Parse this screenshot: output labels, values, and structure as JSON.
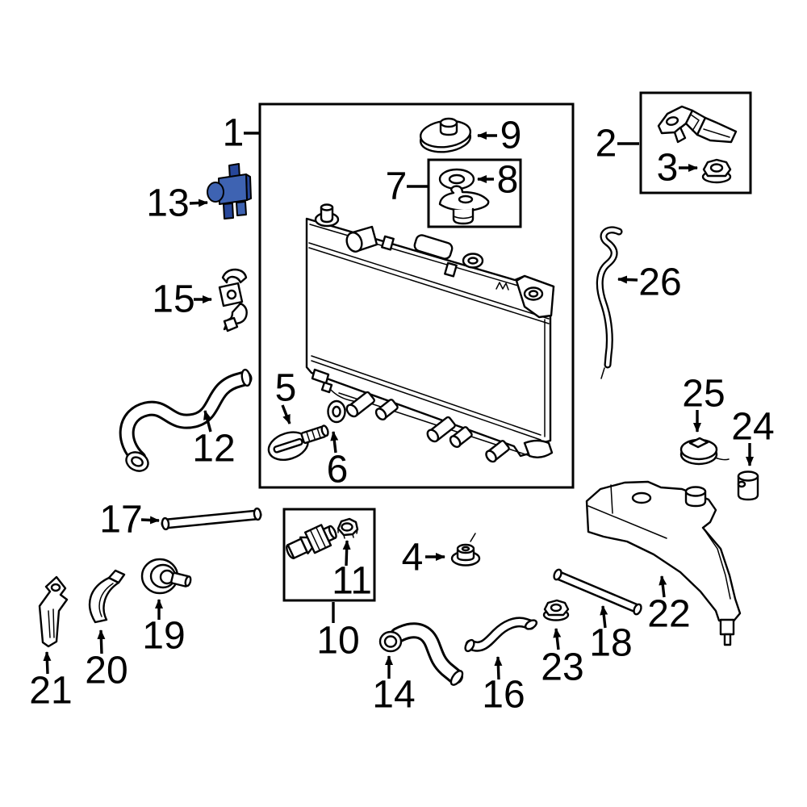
{
  "diagram": {
    "type": "oem-parts-exploded-diagram",
    "subject": "radiator, hoses and coolant reserve tank",
    "highlighted_callout": "13",
    "callouts": {
      "c1": "1",
      "c2": "2",
      "c3": "3",
      "c4": "4",
      "c5": "5",
      "c6": "6",
      "c7": "7",
      "c8": "8",
      "c9": "9",
      "c10": "10",
      "c11": "11",
      "c12": "12",
      "c13": "13",
      "c14": "14",
      "c15": "15",
      "c16": "16",
      "c17": "17",
      "c18": "18",
      "c19": "19",
      "c20": "20",
      "c21": "21",
      "c22": "22",
      "c23": "23",
      "c24": "24",
      "c25": "25",
      "c26": "26"
    }
  },
  "colors": {
    "background": "#ffffff",
    "line": "#000000",
    "highlight": "#3e63b2",
    "highlight_dark": "#27479a"
  }
}
